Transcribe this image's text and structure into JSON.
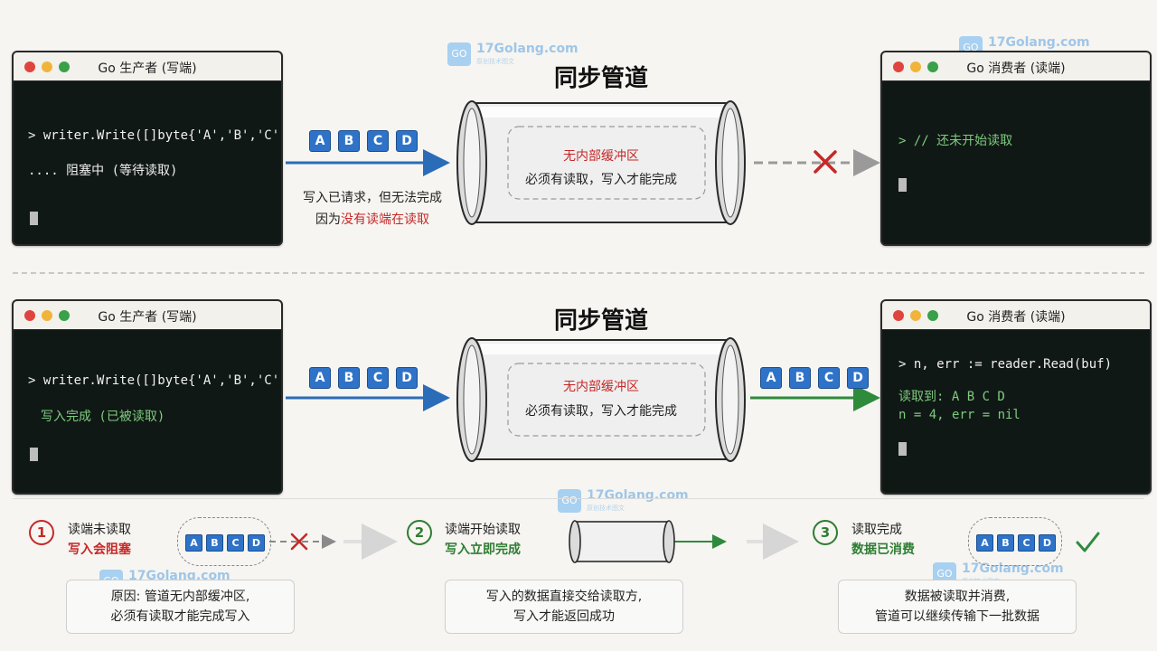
{
  "watermark": {
    "text": "17Golang.com",
    "subtext": "原创技术图文"
  },
  "top": {
    "heading": "同步管道",
    "producer": {
      "title": "Go 生产者 (写端)",
      "line1": "> writer.Write([]byte{'A','B','C','D'})",
      "line2": ".... 阻塞中 (等待读取)"
    },
    "consumer": {
      "title": "Go 消费者 (读端)",
      "line1": "> // 还未开始读取"
    },
    "pipe": {
      "line1": "无内部缓冲区",
      "line2": "必须有读取，写入才能完成"
    },
    "blocks": [
      "A",
      "B",
      "C",
      "D"
    ],
    "caption": {
      "line1": "写入已请求，但无法完成",
      "line2_prefix": "因为",
      "line2_highlight": "没有读端在读取"
    }
  },
  "bottom": {
    "heading": "同步管道",
    "producer": {
      "title": "Go 生产者 (写端)",
      "line1": "> writer.Write([]byte{'A','B','C','D'})",
      "line2": "写入完成 (已被读取)"
    },
    "consumer": {
      "title": "Go 消费者 (读端)",
      "line1": "> n, err := reader.Read(buf)",
      "line2": "读取到: A B C D",
      "line3": "n = 4, err = nil"
    },
    "pipe": {
      "line1": "无内部缓冲区",
      "line2": "必须有读取，写入才能完成"
    },
    "blocks_left": [
      "A",
      "B",
      "C",
      "D"
    ],
    "blocks_right": [
      "A",
      "B",
      "C",
      "D"
    ]
  },
  "steps": [
    {
      "num": "1",
      "title": "读端未读取",
      "subtitle": "写入会阻塞",
      "note1": "原因: 管道无内部缓冲区,",
      "note2": "必须有读取才能完成写入",
      "blocks": [
        "A",
        "B",
        "C",
        "D"
      ],
      "color": "#c62828"
    },
    {
      "num": "2",
      "title": "读端开始读取",
      "subtitle": "写入立即完成",
      "note1": "写入的数据直接交给读取方,",
      "note2": "写入才能返回成功",
      "color": "#2e7d32"
    },
    {
      "num": "3",
      "title": "读取完成",
      "subtitle": "数据已消费",
      "note1": "数据被读取并消费,",
      "note2": "管道可以继续传输下一批数据",
      "blocks": [
        "A",
        "B",
        "C",
        "D"
      ],
      "color": "#2e7d32"
    }
  ],
  "colors": {
    "blue": "#2b6cb8",
    "green": "#2e8b3c",
    "red": "#c62828",
    "gray": "#9a9a9a"
  }
}
